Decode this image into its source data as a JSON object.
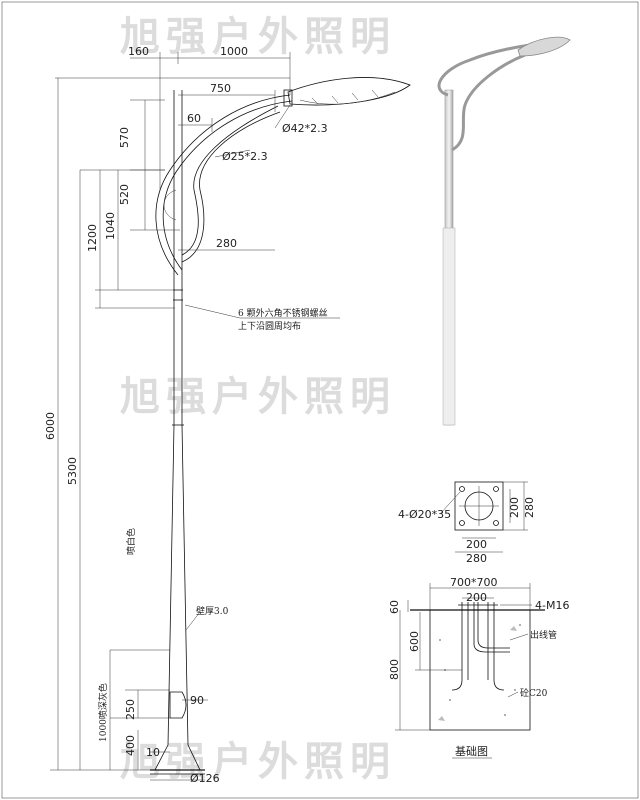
{
  "watermark": "旭强户外照明",
  "dims": {
    "d160": "160",
    "d1000": "1000",
    "d750": "750",
    "d60": "60",
    "d570": "570",
    "d520": "520",
    "d1200": "1200",
    "d1040": "1040",
    "d280": "280",
    "d6000": "6000",
    "d5300": "5300",
    "d250": "250",
    "d400": "400",
    "d1000b": "1000",
    "d90": "90",
    "d10": "10",
    "d126": "Ø126"
  },
  "labels": {
    "pipe42": "Ø42*2.3",
    "pipe25": "Ø25*2.3",
    "screw1": "6 颗外六角不锈钢螺丝",
    "screw2": "上下沿圆周均布",
    "white": "喷白色",
    "grey": "1000喷深灰色",
    "wall": "壁厚3.0"
  },
  "flange": {
    "holes": "4-Ø20*35",
    "w200": "200",
    "w280": "280",
    "h200": "200",
    "h280": "280"
  },
  "foundation": {
    "size": "700*700",
    "d200": "200",
    "bolts": "4-M16",
    "d60": "60",
    "d600": "600",
    "d800": "800",
    "conduit": "出线管",
    "concrete": "砼C20",
    "title": "基础图"
  }
}
